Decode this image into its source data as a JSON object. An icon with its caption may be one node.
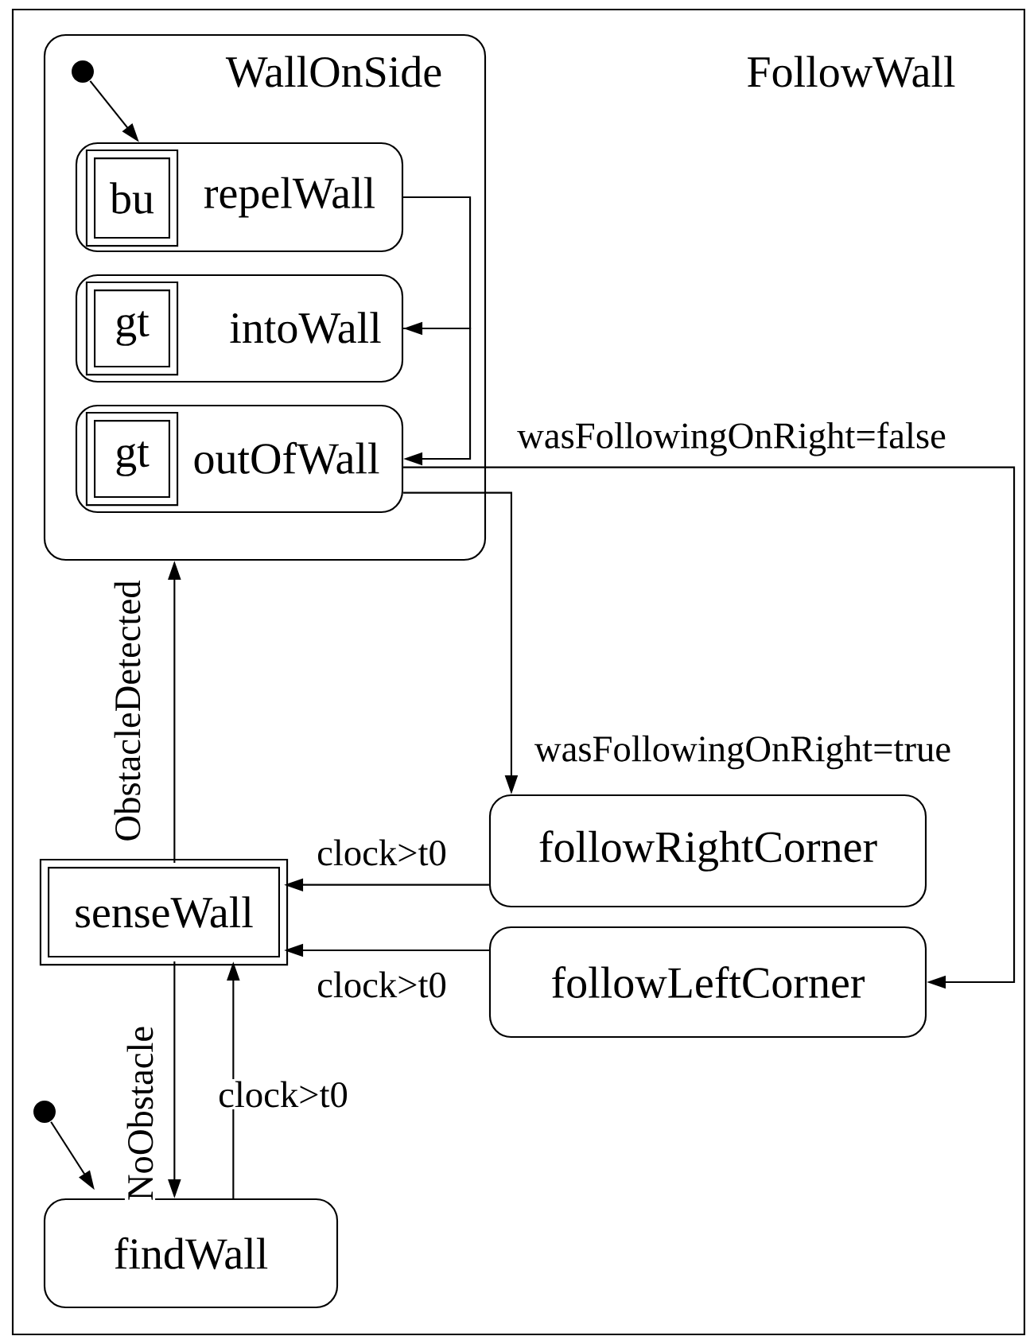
{
  "diagram": {
    "nodes": [
      {
        "text": [
          "FollowWall"
        ]
      },
      {
        "text": [
          "WallOnSide"
        ],
        "in": 0
      },
      {
        "text": [],
        "shape": "circle",
        "in": 1
      },
      {
        "text": [
          "repelWall"
        ],
        "in": 1
      },
      {
        "text": [
          "bu"
        ],
        "in": 3
      },
      {
        "text": [
          "intoWall"
        ],
        "in": 1
      },
      {
        "text": [
          "gt"
        ],
        "in": 5
      },
      {
        "text": [
          "outOfWall"
        ],
        "in": 1
      },
      {
        "text": [
          "gt"
        ],
        "in": 7
      },
      {
        "text": [
          "senseWall"
        ],
        "in": 0
      },
      {
        "text": [
          "followRightCorner"
        ],
        "in": 0
      },
      {
        "text": [
          "followLeftCorner"
        ],
        "in": 0
      },
      {
        "text": [],
        "shape": "circle",
        "in": 0
      },
      {
        "text": [
          "findWall"
        ],
        "in": 0
      }
    ],
    "edges": [
      {
        "from": 2,
        "to": 3,
        "arrow": "to"
      },
      {
        "from": 3,
        "to": 5,
        "arrow": "to"
      },
      {
        "from": 5,
        "to": 7,
        "arrow": "to"
      },
      {
        "from": 7,
        "to": 11,
        "arrow": "to",
        "label": "wasFollowingOnRight=false"
      },
      {
        "from": 7,
        "to": 10,
        "arrow": "to",
        "label": "wasFollowingOnRight=true"
      },
      {
        "from": 9,
        "to": 1,
        "arrow": "to",
        "label": "ObstacleDetected"
      },
      {
        "from": 10,
        "to": 9,
        "arrow": "to",
        "label": "clock>t0"
      },
      {
        "from": 11,
        "to": 9,
        "arrow": "to",
        "label": "clock>t0"
      },
      {
        "from": 9,
        "to": 13,
        "arrow": "to",
        "label": "NoObstacle"
      },
      {
        "from": 13,
        "to": 9,
        "arrow": "to",
        "label": "clock>t0"
      },
      {
        "from": 12,
        "to": 13,
        "arrow": "to"
      }
    ]
  }
}
